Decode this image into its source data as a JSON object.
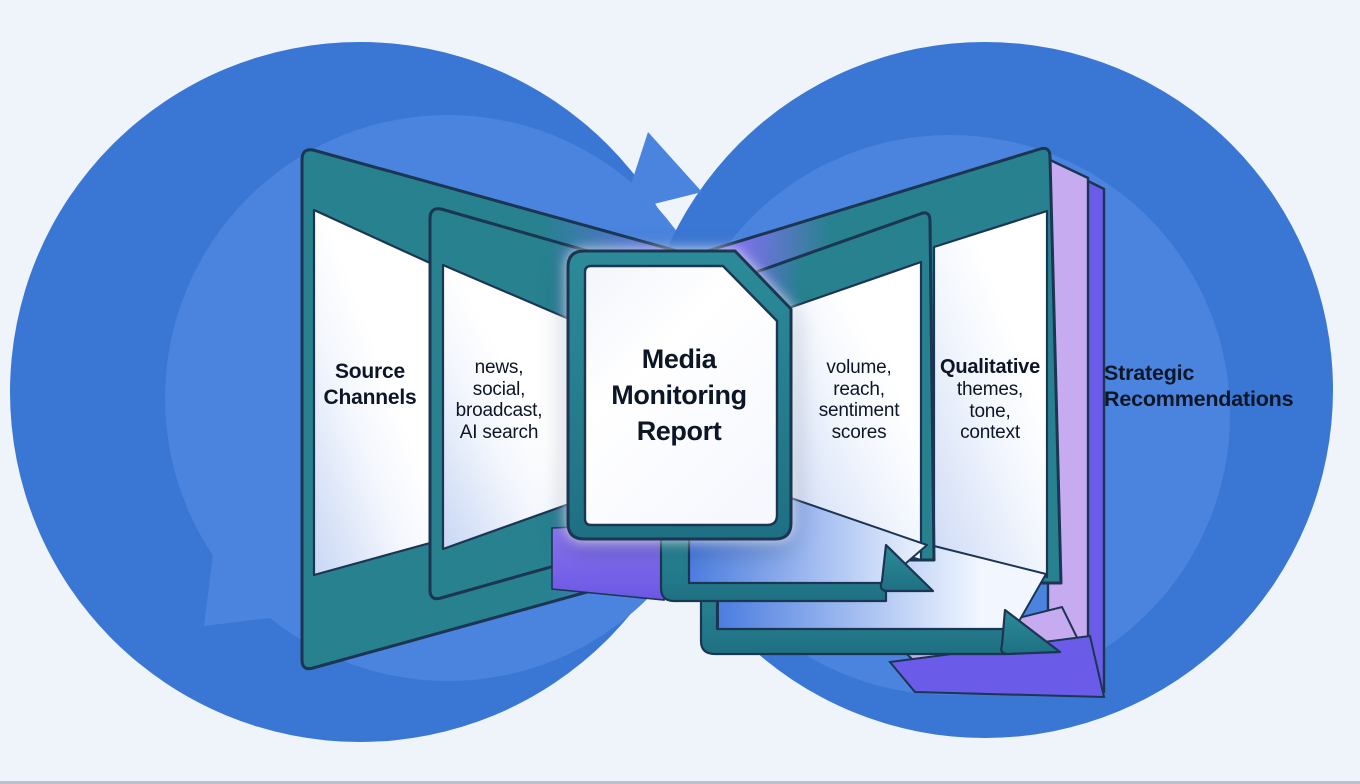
{
  "diagram_title": "Media Monitoring Report",
  "stages": {
    "source": {
      "lines": [
        "Source",
        "Channels"
      ]
    },
    "channels": {
      "lines": [
        "news,",
        "social,",
        "broadcast,",
        "AI search"
      ]
    },
    "report": {
      "lines": [
        "Media",
        "Monitoring",
        "Report"
      ]
    },
    "quantitative": {
      "lines": [
        "volume,",
        "reach,",
        "sentiment",
        "scores"
      ]
    },
    "qualitative": {
      "lead": "Qualitative",
      "lines": [
        "themes,",
        "tone,",
        "context"
      ]
    },
    "strategic": {
      "lines": [
        "Strategic",
        "Recommendations"
      ]
    }
  },
  "colors": {
    "background": "#eff4fa",
    "circle_blue": "#3a76d3",
    "bubble_blue": "#4a84de",
    "panel_teal": "#27818f",
    "outline_navy": "#1b3552",
    "accent_purple": "#8d7af3",
    "accent_indigo": "#6a5be8",
    "accent_lavender": "#c7abf1",
    "sheet_blue": "#4b7de0",
    "text": "#0d1626"
  }
}
